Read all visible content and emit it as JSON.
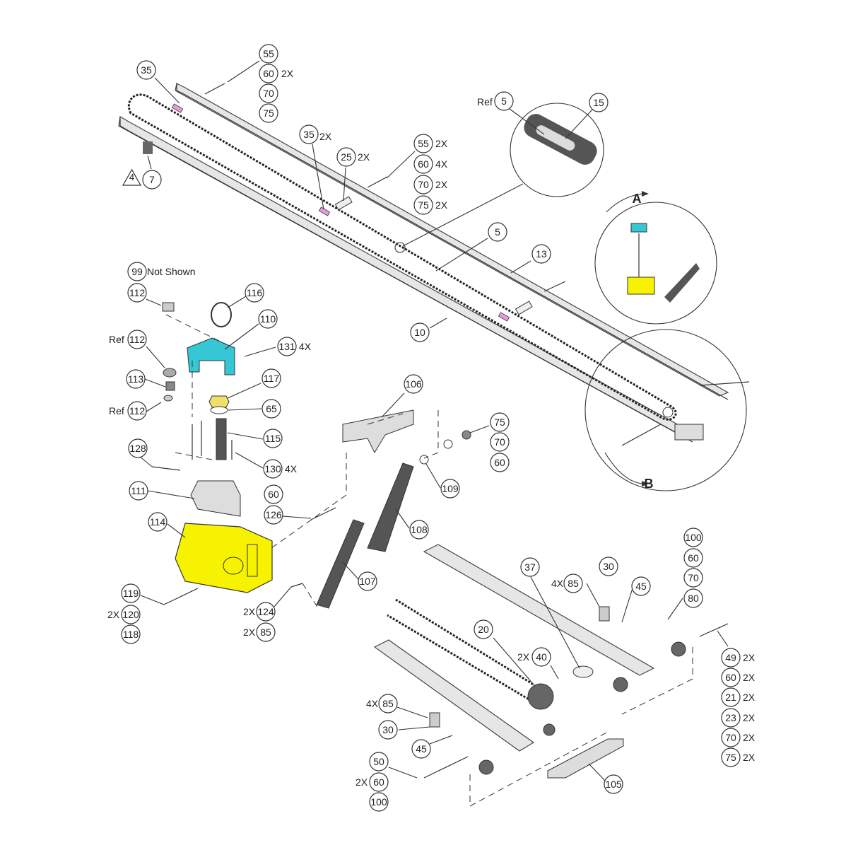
{
  "labels": {
    "b35a": "35",
    "b55a": "55",
    "b60a": "60",
    "b70a": "70",
    "b75a": "75",
    "b7": "7",
    "tri4": "4",
    "b35b": "35",
    "b25": "25",
    "b55b": "55",
    "b60b": "60",
    "b70b": "70",
    "b75b": "75",
    "b5ref": "5",
    "b15": "15",
    "detailA": "A",
    "detailB": "B",
    "b5": "5",
    "b13": "13",
    "b10": "10",
    "b99": "99",
    "b112a": "112",
    "b116": "116",
    "b110": "110",
    "b131": "131",
    "b112b": "112",
    "b113": "113",
    "b112c": "112",
    "b117": "117",
    "b65": "65",
    "b115": "115",
    "b128": "128",
    "b130": "130",
    "b111": "111",
    "b114": "114",
    "b60c": "60",
    "b126": "126",
    "b106": "106",
    "b75c": "75",
    "b70c": "70",
    "b60d": "60",
    "b109": "109",
    "b108": "108",
    "b107": "107",
    "b119": "119",
    "b120": "120",
    "b118": "118",
    "b124": "124",
    "b85a": "85",
    "b100a": "100",
    "b60e": "60",
    "b70d": "70",
    "b80": "80",
    "b37": "37",
    "b30a": "30",
    "b85b": "85",
    "b45a": "45",
    "b20": "20",
    "b40": "40",
    "b49": "49",
    "b60f": "60",
    "b21": "21",
    "b23": "23",
    "b70e": "70",
    "b75d": "75",
    "b85c": "85",
    "b30b": "30",
    "b45b": "45",
    "b50": "50",
    "b60g": "60",
    "b100b": "100",
    "b105": "105"
  },
  "suffixes": {
    "s60a": "2X",
    "s35b": "2X",
    "s25": "2X",
    "s55b": "2X",
    "s60b": "4X",
    "s70b": "2X",
    "s75b": "2X",
    "s131": "4X",
    "s130": "4X",
    "s120": "2X",
    "s124": "2X",
    "s85a": "2X",
    "s85b": "4X",
    "s40": "2X",
    "s49": "2X",
    "s60f": "2X",
    "s21": "2X",
    "s23": "2X",
    "s70e": "2X",
    "s75d": "2X",
    "s85c": "4X",
    "s60g": "2X"
  },
  "notes": {
    "not_shown": "Not Shown",
    "ref_a": "Ref",
    "ref_b": "Ref",
    "ref_c": "Ref"
  },
  "colors": {
    "housing_yellow": "#f7f300",
    "bracket_cyan": "#35c7d4",
    "link_pink": "#e89be0",
    "spring_yellow": "#f0e06a"
  }
}
